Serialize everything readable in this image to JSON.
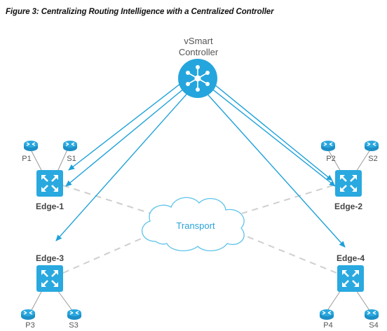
{
  "caption": "Figure 3: Centralizing Routing Intelligence with a Centralized Controller",
  "controller": {
    "line1": "vSmart",
    "line2": "Controller",
    "icon": "hub-icon"
  },
  "cloud": {
    "label": "Transport",
    "icon": "cloud-icon"
  },
  "edges": {
    "edge1": {
      "label": "Edge-1",
      "router_a": "P1",
      "router_b": "S1"
    },
    "edge2": {
      "label": "Edge-2",
      "router_a": "P2",
      "router_b": "S2"
    },
    "edge3": {
      "label": "Edge-3",
      "router_a": "P3",
      "router_b": "S3"
    },
    "edge4": {
      "label": "Edge-4",
      "router_a": "P4",
      "router_b": "S4"
    }
  },
  "colors": {
    "accent": "#1ea1d9",
    "controller_fill": "#25a5dd",
    "router_fill": "#29a9df",
    "cloud_stroke": "#5ec3ea",
    "dash": "#cfcfcf",
    "label_text": "#555555"
  }
}
